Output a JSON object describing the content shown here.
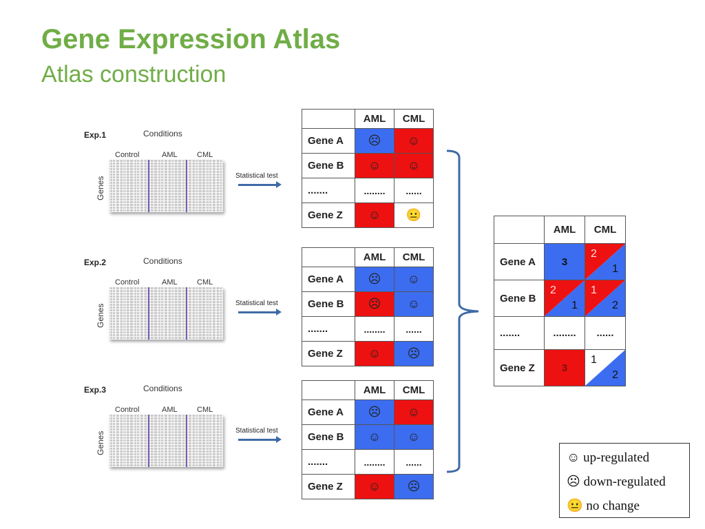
{
  "title": "Gene Expression Atlas",
  "subtitle": "Atlas construction",
  "experiments": [
    {
      "label": "Exp.1",
      "conditions": "Conditions",
      "columns": [
        "Control",
        "AML",
        "CML"
      ],
      "genes": "Genes",
      "test": "Statistical test",
      "table": {
        "headers": [
          "",
          "AML",
          "CML"
        ],
        "rows": [
          {
            "gene": "Gene A",
            "cells": [
              {
                "color": "blue",
                "sym": "☹"
              },
              {
                "color": "red",
                "sym": "☺"
              }
            ]
          },
          {
            "gene": "Gene B",
            "cells": [
              {
                "color": "red",
                "sym": "☺"
              },
              {
                "color": "red",
                "sym": "☺"
              }
            ]
          },
          {
            "gene": ".......",
            "cells": [
              {
                "color": "white",
                "sym": "........"
              },
              {
                "color": "white",
                "sym": "......"
              }
            ]
          },
          {
            "gene": "Gene Z",
            "cells": [
              {
                "color": "red",
                "sym": "☺"
              },
              {
                "color": "white",
                "sym": "😐"
              }
            ]
          }
        ]
      }
    },
    {
      "label": "Exp.2",
      "conditions": "Conditions",
      "columns": [
        "Control",
        "AML",
        "CML"
      ],
      "genes": "Genes",
      "test": "Statistical test",
      "table": {
        "headers": [
          "",
          "AML",
          "CML"
        ],
        "rows": [
          {
            "gene": "Gene A",
            "cells": [
              {
                "color": "blue",
                "sym": "☹"
              },
              {
                "color": "blue",
                "sym": "☺"
              }
            ]
          },
          {
            "gene": "Gene B",
            "cells": [
              {
                "color": "red",
                "sym": "☹"
              },
              {
                "color": "blue",
                "sym": "☺"
              }
            ]
          },
          {
            "gene": ".......",
            "cells": [
              {
                "color": "white",
                "sym": "........"
              },
              {
                "color": "white",
                "sym": "......"
              }
            ]
          },
          {
            "gene": "Gene Z",
            "cells": [
              {
                "color": "red",
                "sym": "☺"
              },
              {
                "color": "blue",
                "sym": "☹"
              }
            ]
          }
        ]
      }
    },
    {
      "label": "Exp.3",
      "conditions": "Conditions",
      "columns": [
        "Control",
        "AML",
        "CML"
      ],
      "genes": "Genes",
      "test": "Statistical test",
      "table": {
        "headers": [
          "",
          "AML",
          "CML"
        ],
        "rows": [
          {
            "gene": "Gene A",
            "cells": [
              {
                "color": "blue",
                "sym": "☹"
              },
              {
                "color": "red",
                "sym": "☺"
              }
            ]
          },
          {
            "gene": "Gene B",
            "cells": [
              {
                "color": "blue",
                "sym": "☺"
              },
              {
                "color": "blue",
                "sym": "☺"
              }
            ]
          },
          {
            "gene": ".......",
            "cells": [
              {
                "color": "white",
                "sym": "........"
              },
              {
                "color": "white",
                "sym": "......"
              }
            ]
          },
          {
            "gene": "Gene Z",
            "cells": [
              {
                "color": "red",
                "sym": "☺"
              },
              {
                "color": "blue",
                "sym": "☹"
              }
            ]
          }
        ]
      }
    }
  ],
  "summary": {
    "headers": [
      "",
      "AML",
      "CML"
    ],
    "rows": [
      {
        "gene": "Gene A",
        "aml": {
          "type": "solid",
          "color": "blue",
          "value": "3"
        },
        "cml": {
          "type": "split",
          "tl_color": "red",
          "br_color": "blue",
          "tl": "2",
          "br": "1"
        }
      },
      {
        "gene": "Gene B",
        "aml": {
          "type": "split",
          "tl_color": "red",
          "br_color": "blue",
          "tl": "2",
          "br": "1"
        },
        "cml": {
          "type": "split",
          "tl_color": "red",
          "br_color": "blue",
          "tl": "1",
          "br": "2"
        }
      },
      {
        "gene": ".......",
        "aml": {
          "type": "text",
          "value": "........"
        },
        "cml": {
          "type": "text",
          "value": "......"
        }
      },
      {
        "gene": "Gene Z",
        "aml": {
          "type": "solid",
          "color": "red",
          "value": "3"
        },
        "cml": {
          "type": "split",
          "tl_color": "white",
          "br_color": "blue",
          "tl": "1",
          "br": "2"
        }
      }
    ]
  },
  "legend": [
    {
      "icon": "smile-icon",
      "symbol": "☺",
      "text": "up-regulated"
    },
    {
      "icon": "frown-icon",
      "symbol": "☹",
      "text": "down-regulated"
    },
    {
      "icon": "neutral-icon",
      "symbol": "😐",
      "text": "no change"
    }
  ],
  "colors": {
    "title_green": "#70ad47",
    "up_red": "#ee1111",
    "down_blue": "#3c6df0",
    "arrow_blue": "#3e6aa6"
  }
}
